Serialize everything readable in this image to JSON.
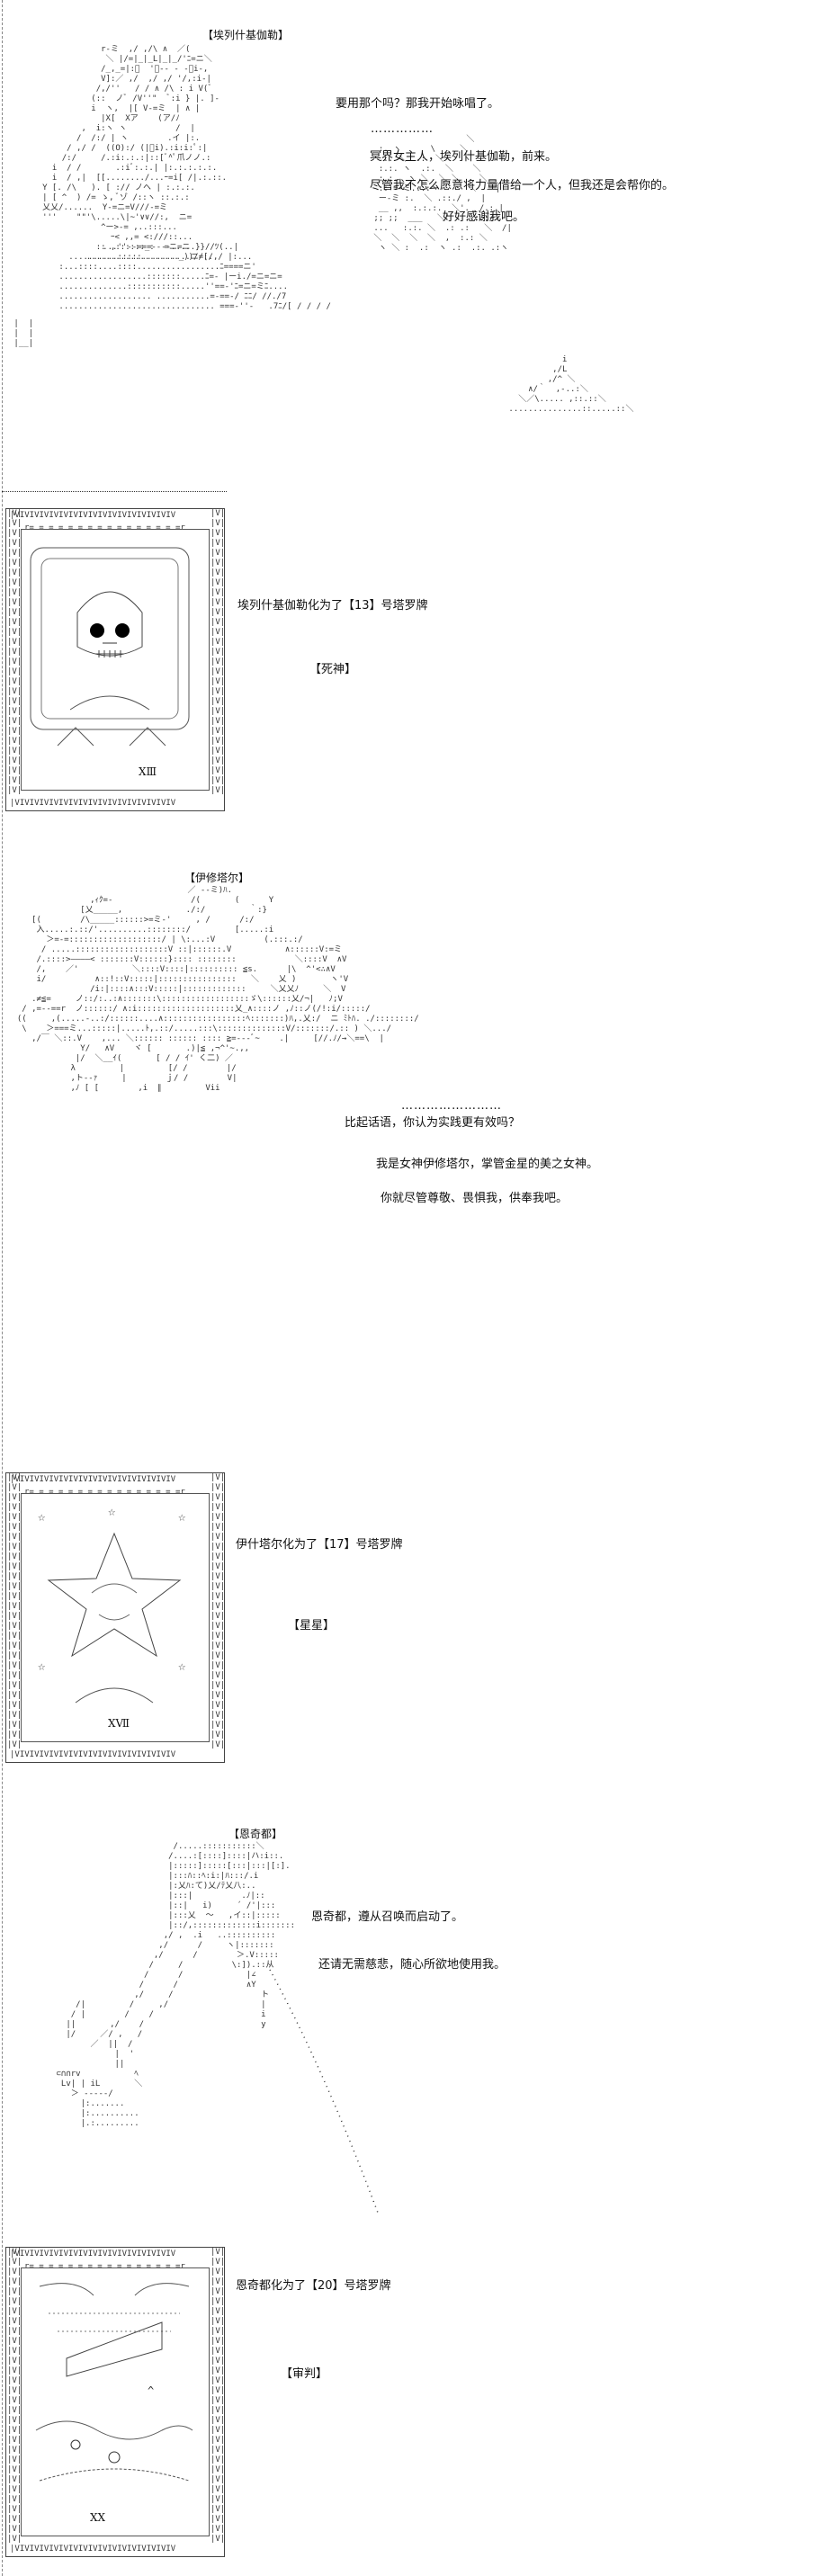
{
  "scene1": {
    "title": "【埃列什基伽勒】",
    "dots": "……………",
    "lines": [
      "要用那个吗？那我开始咏唱了。",
      "冥界女主人，埃列什基伽勒，前来。",
      "尽管我不怎么愿意将力量借给一个人，但我还是会帮你的。",
      "好好感谢我吧。"
    ]
  },
  "card1": {
    "caption": "埃列什基伽勒化为了【13】号塔罗牌",
    "name": "【死神】",
    "numeral": "ⅩⅢ"
  },
  "scene2": {
    "title": "【伊修塔尔】",
    "dots": "……………………",
    "lines": [
      "比起话语，你认为实践更有效吗？",
      "我是女神伊修塔尔，掌管金星的美之女神。",
      "你就尽管尊敬、畏惧我，供奉我吧。"
    ]
  },
  "card2": {
    "caption": "伊什塔尔化为了【17】号塔罗牌",
    "name": "【星星】",
    "numeral": "ⅩⅦ"
  },
  "scene3": {
    "title": "【恩奇都】",
    "lines": [
      "恩奇都，遵从召唤而启动了。",
      "还请无需慈悲，随心所欲地使用我。"
    ]
  },
  "card3": {
    "caption": "恩奇都化为了【20】号塔罗牌",
    "name": "【审判】",
    "numeral": "ⅩⅩ"
  }
}
